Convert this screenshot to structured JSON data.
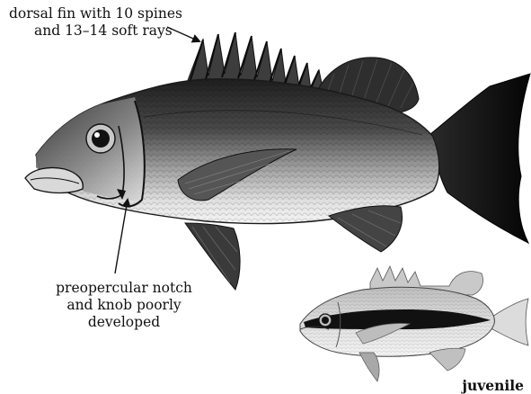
{
  "labels": {
    "dorsal_fin_line1": "dorsal fin with 10 spines",
    "dorsal_fin_line2": "and 13–14 soft rays",
    "preopercular_line1": "preopercular notch",
    "preopercular_line2": "and knob poorly",
    "preopercular_line3": "developed",
    "juvenile": "juvenile"
  },
  "colors": {
    "ink": "#111111",
    "body_dark": "#2a2a2a",
    "body_mid": "#7a7a7a",
    "body_light": "#e6e6e6",
    "juvenile_stripe": "#111111"
  }
}
